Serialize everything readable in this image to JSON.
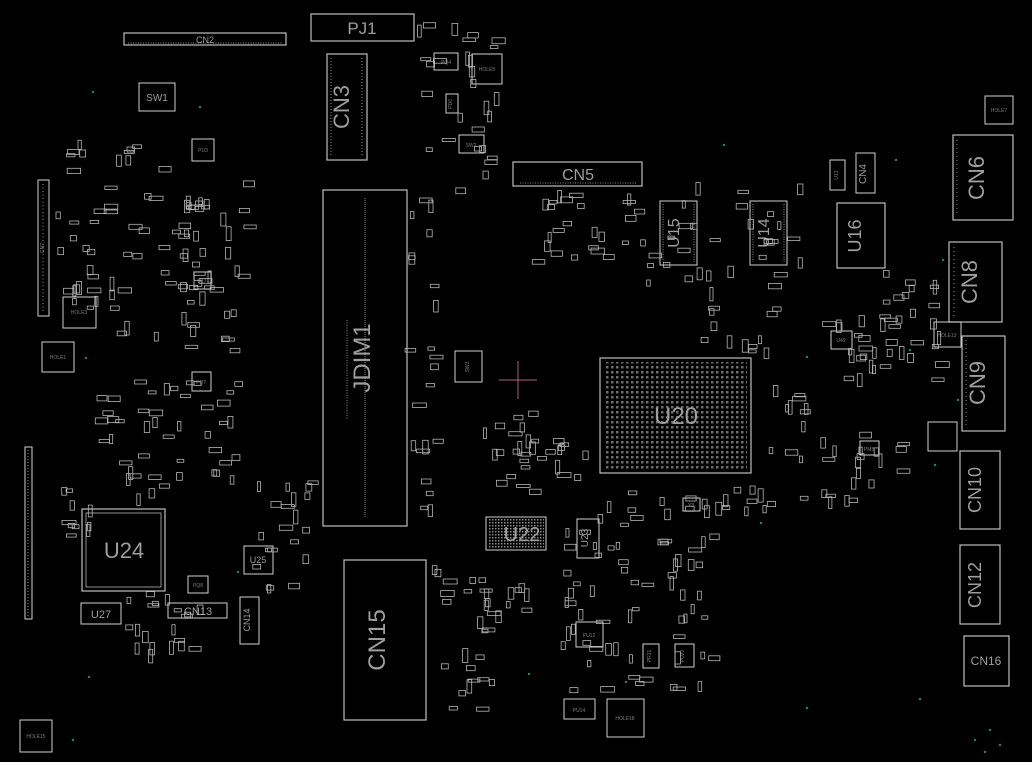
{
  "board": {
    "background": "#000000",
    "outline_color": "#cfcfcf",
    "label_color": "#9e9e9e",
    "via_color": "#1e8a57",
    "cursor_color": "#b0607a"
  },
  "components": {
    "pj1": "PJ1",
    "cn2": "CN2",
    "cn3": "CN3",
    "cn4": "CN4",
    "cn5": "CN5",
    "cn6": "CN6",
    "cn7": "CN7",
    "cn8": "CN8",
    "cn9": "CN9",
    "cn10": "CN10",
    "cn12": "CN12",
    "cn13": "CN13",
    "cn14": "CN14",
    "cn15": "CN15",
    "cn16": "CN16",
    "jdim1": "JDIM1",
    "u13": "U13",
    "u14": "U14",
    "u15": "U15",
    "u16": "U16",
    "u20": "U20",
    "u22": "U22",
    "u23": "U23",
    "u24": "U24",
    "u25": "U25",
    "u27": "U27",
    "u49": "U49",
    "sw1": "SW1",
    "sw2": "SW2",
    "sw3": "SW3",
    "pu12": "PU12",
    "pu14": "PU14",
    "u17": "U17",
    "pq4": "PQ4",
    "pd6": "PD6",
    "hole1": "HOLE1",
    "hole3": "HOLE3",
    "hole5": "HOLE5",
    "hole7": "HOLE7",
    "hole13": "HOLE13",
    "hole15": "HOLE15",
    "hole18": "HOLE18",
    "pr21": "PR21",
    "pu20": "PU20",
    "pu3": "PU3",
    "pq7": "PQ7",
    "pq8": "PQ8",
    "pm8": "PM8",
    "y3": "Y3"
  }
}
